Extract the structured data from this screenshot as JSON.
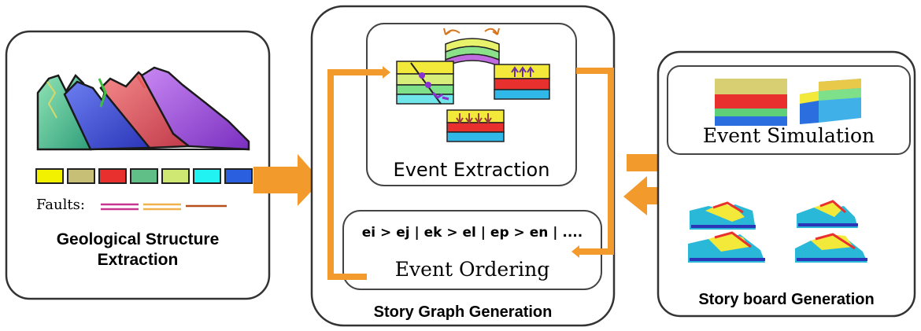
{
  "panels": {
    "extraction": {
      "title_line1": "Geological Structure",
      "title_line2": "Extraction",
      "faults_label": "Faults:"
    },
    "story_graph": {
      "title": "Story Graph Generation"
    },
    "event_extraction": {
      "title": "Event Extraction"
    },
    "event_ordering": {
      "title": "Event Ordering",
      "formula": "ei > ej | ek > el | ep > en | ...."
    },
    "event_simulation": {
      "title": "Event Simulation"
    },
    "storyboard": {
      "title": "Story board Generation"
    }
  },
  "colors": {
    "arrow": "#f39a2c",
    "layers": [
      "#f2f200",
      "#c7bf75",
      "#e8312f",
      "#5fbf86",
      "#cfe873",
      "#21f2f2",
      "#2a5fe0"
    ],
    "fault_lines": [
      "#c7348f",
      "#f0b24f",
      "#b7511c"
    ]
  }
}
